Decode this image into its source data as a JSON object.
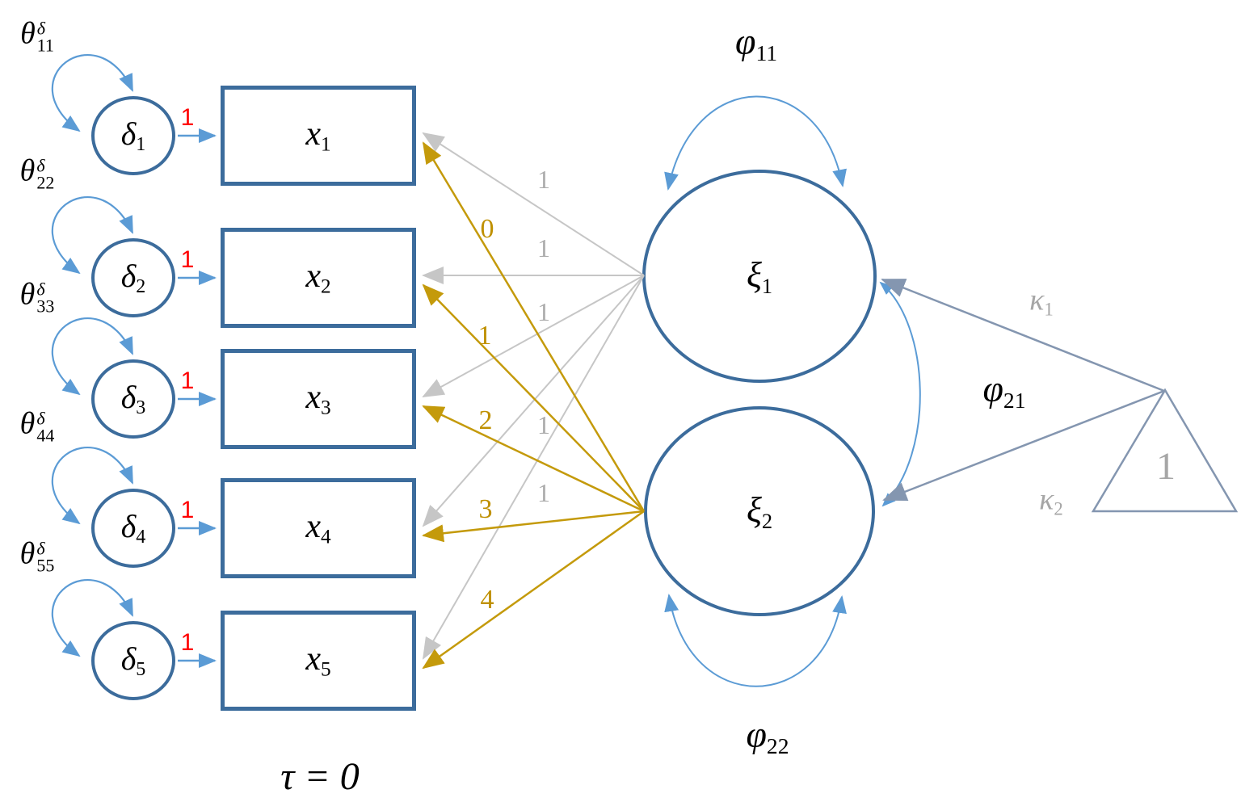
{
  "diagram": {
    "tau_equation": "τ = 0",
    "rows": [
      {
        "variance": {
          "base": "θ",
          "sup": "δ",
          "sub": "11"
        },
        "error": {
          "base": "δ",
          "sub": "1"
        },
        "coef": "1",
        "indicator": {
          "base": "x",
          "sub": "1"
        },
        "loading_xi1": "1",
        "loading_xi2": "0"
      },
      {
        "variance": {
          "base": "θ",
          "sup": "δ",
          "sub": "22"
        },
        "error": {
          "base": "δ",
          "sub": "2"
        },
        "coef": "1",
        "indicator": {
          "base": "x",
          "sub": "2"
        },
        "loading_xi1": "1",
        "loading_xi2": "1"
      },
      {
        "variance": {
          "base": "θ",
          "sup": "δ",
          "sub": "33"
        },
        "error": {
          "base": "δ",
          "sub": "3"
        },
        "coef": "1",
        "indicator": {
          "base": "x",
          "sub": "3"
        },
        "loading_xi1": "1",
        "loading_xi2": "2"
      },
      {
        "variance": {
          "base": "θ",
          "sup": "δ",
          "sub": "44"
        },
        "error": {
          "base": "δ",
          "sub": "4"
        },
        "coef": "1",
        "indicator": {
          "base": "x",
          "sub": "4"
        },
        "loading_xi1": "1",
        "loading_xi2": "3"
      },
      {
        "variance": {
          "base": "θ",
          "sup": "δ",
          "sub": "55"
        },
        "error": {
          "base": "δ",
          "sub": "5"
        },
        "coef": "1",
        "indicator": {
          "base": "x",
          "sub": "5"
        },
        "loading_xi1": "1",
        "loading_xi2": "4"
      }
    ],
    "latent1": {
      "label": {
        "base": "ξ",
        "sub": "1"
      },
      "variance": {
        "base": "φ",
        "sub": "11"
      },
      "mean": {
        "base": "κ",
        "sub": "1"
      }
    },
    "latent2": {
      "label": {
        "base": "ξ",
        "sub": "2"
      },
      "variance": {
        "base": "φ",
        "sub": "22"
      },
      "mean": {
        "base": "κ",
        "sub": "2"
      }
    },
    "covariance": {
      "base": "φ",
      "sub": "21"
    },
    "constant_label": "1",
    "colors": {
      "shape_border": "#3C6C9C",
      "arrow_blue": "#5B9BD5",
      "arrow_gray": "#C6C6C6",
      "arrow_gold": "#C49A0B",
      "arrow_steel": "#8496B0",
      "label_gray": "#A6A6A6",
      "loading_gray": "#ACACAC",
      "loading_gold": "#BF9000",
      "coef_red": "#FF0000",
      "text_black": "#000000"
    }
  }
}
